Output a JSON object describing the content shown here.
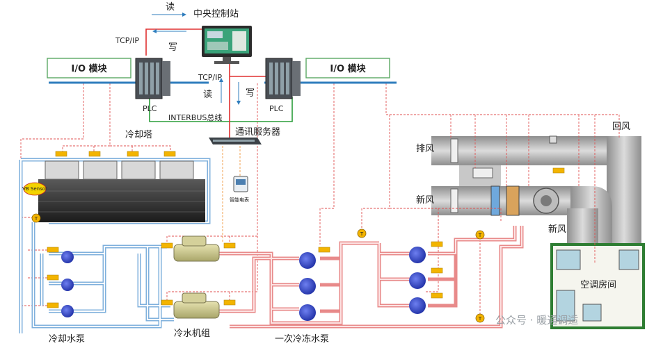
{
  "labels": {
    "read": "读",
    "write": "写",
    "central_station": "中央控制站",
    "tcp_ip_top": "TCP/IP",
    "tcp_ip_mid": "TCP/IP",
    "read_vertical": "读",
    "write_vertical": "写",
    "io_module_left": "I/O 模块",
    "io_module_right": "I/O 模块",
    "plc_left": "PLC",
    "plc_right": "PLC",
    "interbus": "INTERBUS总线",
    "comm_server": "通讯服务器",
    "cooling_tower": "冷却塔",
    "smart_meter": "智能电表",
    "exhaust_air": "排风",
    "return_air": "回风",
    "fresh_air_upper": "新风",
    "fresh_air_lower": "新风",
    "ac_room": "空调房间",
    "cooling_pump": "冷却水泵",
    "chiller": "冷水机组",
    "primary_pump": "一次冷冻水泵",
    "flow_sensor": "VB Sensor",
    "temp_sensor": "T",
    "watermark": "公众号 · 暖通调适"
  },
  "colors": {
    "cooling_water": "#9cc3e6",
    "chilled_water": "#e88a8a",
    "control_line": "#e05050",
    "ethernet_line": "#e03030",
    "bus_line": "#2f7dbd",
    "interbus_line": "#2a9d3a",
    "duct": "#a9a9a9",
    "io_border": "#5aa864",
    "sensor": "#f3b400"
  }
}
